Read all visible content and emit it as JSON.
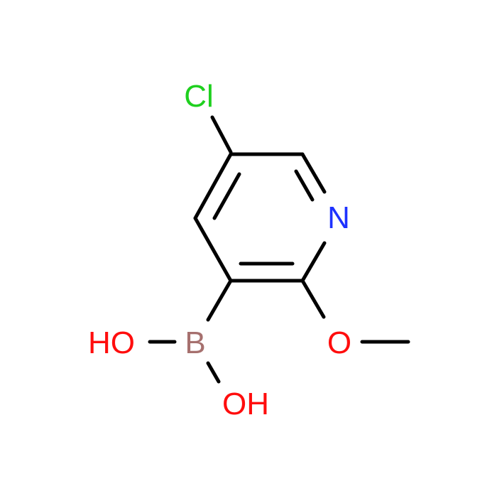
{
  "molecule": {
    "atoms": {
      "cl": {
        "label": "Cl",
        "color": "#1fd01f"
      },
      "n": {
        "label": "N",
        "color": "#1e32ff"
      },
      "o_methoxy": {
        "label": "O",
        "color": "#ff0d0d"
      },
      "b": {
        "label": "B",
        "color": "#a6706e"
      },
      "oh_left": {
        "label": "HO",
        "color": "#ff0d0d"
      },
      "oh_bottom": {
        "label": "OH",
        "color": "#ff0d0d"
      }
    },
    "bond_color": "#000000"
  }
}
